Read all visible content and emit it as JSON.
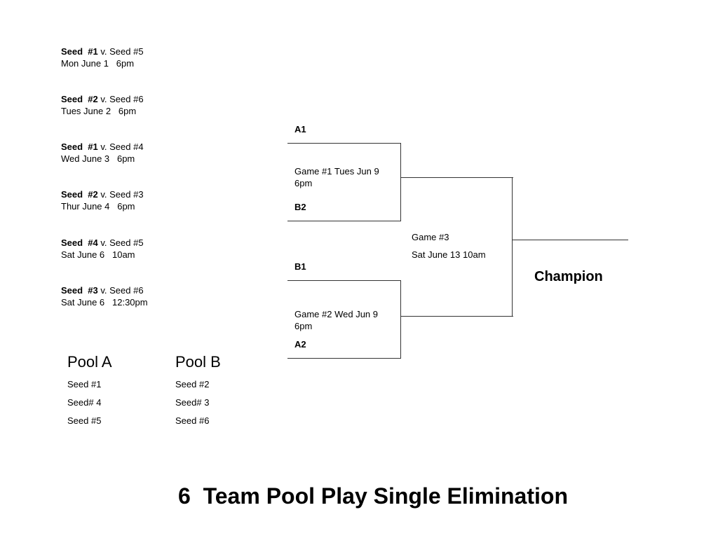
{
  "schedule": [
    {
      "home": "Seed  #1",
      "rest": " v. Seed #5",
      "date": "Mon June 1   6pm"
    },
    {
      "home": "Seed  #2",
      "rest": " v. Seed #6",
      "date": "Tues June 2   6pm"
    },
    {
      "home": "Seed  #1",
      "rest": " v. Seed #4",
      "date": "Wed June 3   6pm"
    },
    {
      "home": "Seed  #2",
      "rest": " v. Seed #3",
      "date": "Thur June 4   6pm"
    },
    {
      "home": "Seed  #4",
      "rest": " v. Seed #5",
      "date": "Sat June 6   10am"
    },
    {
      "home": "Seed  #3",
      "rest": " v. Seed #6",
      "date": "Sat June 6   12:30pm"
    }
  ],
  "pools": [
    {
      "title": "Pool A",
      "seeds": [
        "Seed #1",
        "Seed# 4",
        "Seed #5"
      ]
    },
    {
      "title": "Pool B",
      "seeds": [
        "Seed #2",
        "Seed# 3",
        "Seed #6"
      ]
    }
  ],
  "bracket": {
    "slots": [
      "A1",
      "B2",
      "B1",
      "A2"
    ],
    "game1": {
      "line1": "Game #1 Tues Jun 9",
      "line2": "6pm"
    },
    "game2": {
      "line1": "Game #2 Wed Jun 9",
      "line2": "6pm"
    },
    "game3": {
      "line1": "Game #3",
      "line2": "Sat June 13 10am"
    },
    "champion": "Champion"
  },
  "title": "6  Team Pool Play Single Elimination"
}
